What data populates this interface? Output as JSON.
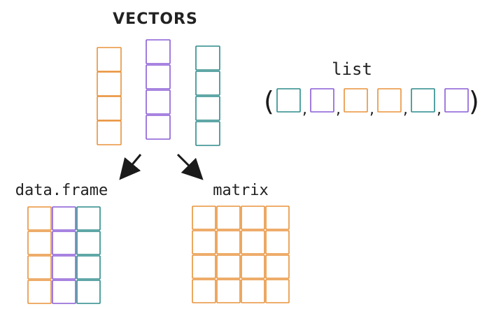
{
  "colors": {
    "orange": "#e8923a",
    "purple": "#8a5cd6",
    "teal": "#2b8a8a",
    "ink": "#1a1a1a"
  },
  "labels": {
    "vectors": "VECTORS",
    "list": "list",
    "data_frame": "data.frame",
    "matrix": "matrix",
    "open_paren": "(",
    "close_paren": ")",
    "comma": ","
  },
  "vectors": [
    {
      "color": "orange",
      "cells": 4
    },
    {
      "color": "purple",
      "cells": 4
    },
    {
      "color": "teal",
      "cells": 4
    }
  ],
  "list_items": [
    "teal",
    "purple",
    "orange",
    "orange",
    "teal",
    "purple"
  ],
  "data_frame_columns": [
    "orange",
    "purple",
    "teal"
  ],
  "data_frame_rows": 4,
  "matrix_rows": 4,
  "matrix_cols": 4,
  "matrix_color": "orange"
}
